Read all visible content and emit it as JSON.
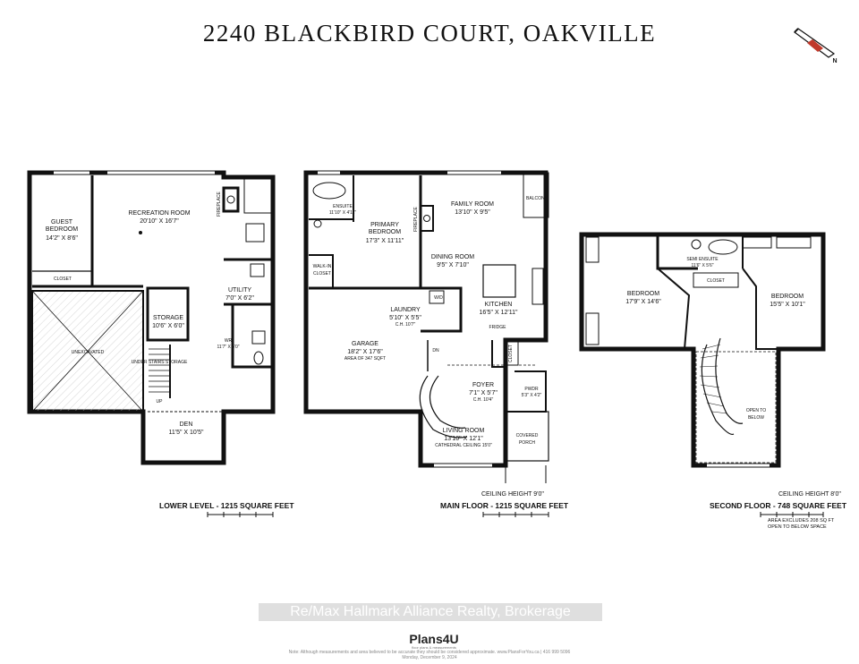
{
  "header": {
    "title": "2240 BLACKBIRD COURT, OAKVILLE"
  },
  "compass": {
    "letter": "N"
  },
  "lower_level": {
    "label": "LOWER LEVEL - 1215 SQUARE FEET",
    "rooms": {
      "guest_bedroom": {
        "name": "GUEST\nBEDROOM",
        "dims": "14'2\" X 8'6\""
      },
      "recreation_room": {
        "name": "RECREATION ROOM",
        "dims": "20'10\" X 16'7\""
      },
      "fireplace": "FIREPLACE",
      "closet": "CLOSET",
      "utility": {
        "name": "UTILITY",
        "dims": "7'0\" X 6'2\""
      },
      "storage": {
        "name": "STORAGE",
        "dims": "10'6\" X 6'0\""
      },
      "unexcavated": "UNEXCAVATED",
      "wr": {
        "name": "WR",
        "dims": "11'7\" X 5'0\""
      },
      "under_stairs": "UNDER STAIRS STORAGE",
      "up": "UP",
      "den": {
        "name": "DEN",
        "dims": "11'5\" X 10'5\""
      }
    }
  },
  "main_floor": {
    "label": "MAIN FLOOR - 1215 SQUARE FEET",
    "ceiling": "CEILING HEIGHT 9'0\"",
    "rooms": {
      "ensuite": {
        "name": "ENSUITE",
        "dims": "11'10\" X 4'11\""
      },
      "primary_bedroom": {
        "name": "PRIMARY\nBEDROOM",
        "dims": "17'3\" X 11'11\""
      },
      "walk_in_closet": "WALK-IN\nCLOSET",
      "family_room": {
        "name": "FAMILY ROOM",
        "dims": "13'10\" X 9'5\""
      },
      "balcony": "BALCONY",
      "fireplace": "FIREPLACE",
      "dining_room": {
        "name": "DINING ROOM",
        "dims": "9'5\" X 7'10\""
      },
      "laundry": {
        "name": "LAUNDRY",
        "dims": "5'10\" X 5'5\"",
        "ceiling": "C.H. 10'7\""
      },
      "wd": "W/D",
      "kitchen": {
        "name": "KITCHEN",
        "dims": "16'5\" X 12'11\""
      },
      "garage": {
        "name": "GARAGE",
        "dims": "18'2\" X 17'6\"",
        "area": "AREA OF 347 SQFT"
      },
      "fridge": "FRIDGE",
      "closet": "CLOSET",
      "dn": "DN",
      "foyer": {
        "name": "FOYER",
        "dims": "7'1\" X 5'7\"",
        "ceiling": "C.H. 10'4\""
      },
      "pwdr": {
        "name": "PWDR",
        "dims": "5'3\" X 4'2\""
      },
      "living_room": {
        "name": "LIVING ROOM",
        "dims": "13'10\" X 12'1\"",
        "ceiling": "CATHEDRAL CEILING 15'0\""
      },
      "covered_porch": "COVERED\nPORCH"
    }
  },
  "second_floor": {
    "label": "SECOND FLOOR - 748 SQUARE FEET",
    "ceiling": "CEILING HEIGHT 8'0\"",
    "exclusion": [
      "AREA EXCLUDES 208 SQ FT",
      "OPEN TO BELOW SPACE"
    ],
    "rooms": {
      "bedroom_left": {
        "name": "BEDROOM",
        "dims": "17'9\" X 14'6\""
      },
      "semi_ensuite": {
        "name": "SEMI ENSUITE",
        "dims": "11'6\" X 5'6\""
      },
      "bedroom_right": {
        "name": "BEDROOM",
        "dims": "15'5\" X 10'1\""
      },
      "closet": "CLOSET",
      "open_to_below": "OPEN TO\nBELOW"
    }
  },
  "footer": {
    "watermark": "Re/Max Hallmark Alliance Realty, Brokerage",
    "logo": "Plans4U",
    "logo_sub": "floor plans & measurements",
    "note": "Note: Although measurements and area believed to be accurate they should be considered approximate. www.PlansForYou.ca | 416 999 5096",
    "date": "Monday, December 9, 2024"
  }
}
